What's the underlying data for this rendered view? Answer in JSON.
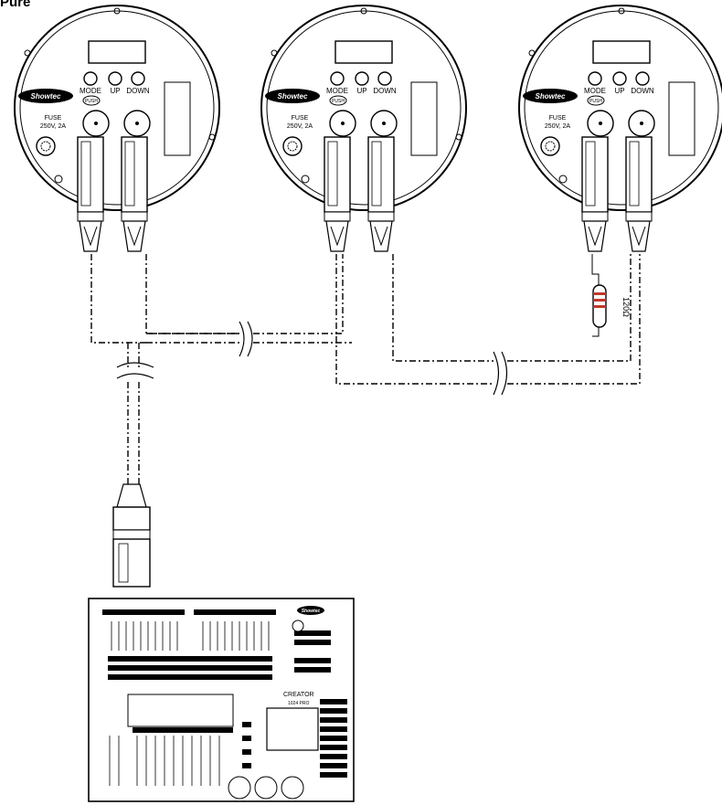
{
  "page": {
    "heading": "Pure"
  },
  "fixtures": [
    {
      "logo": "Showtec",
      "buttons": [
        "MODE",
        "UP",
        "DOWN"
      ],
      "push_label": "PUSH",
      "fuse": [
        "FUSE",
        "250V, 2A"
      ],
      "terminator": false
    },
    {
      "logo": "Showtec",
      "buttons": [
        "MODE",
        "UP",
        "DOWN"
      ],
      "push_label": "PUSH",
      "fuse": [
        "FUSE",
        "250V, 2A"
      ],
      "terminator": false
    },
    {
      "logo": "Showtec",
      "buttons": [
        "MODE",
        "UP",
        "DOWN"
      ],
      "push_label": "PUSH",
      "fuse": [
        "FUSE",
        "250V, 2A"
      ],
      "terminator": true
    }
  ],
  "terminator": {
    "label": "120Ω"
  },
  "controller": {
    "logo": "Showtec",
    "model": "CREATOR",
    "submodel": "1024 PRO"
  },
  "colors": {
    "line": "#000000",
    "resistor_bands": "#c0392b",
    "background": "#ffffff"
  }
}
